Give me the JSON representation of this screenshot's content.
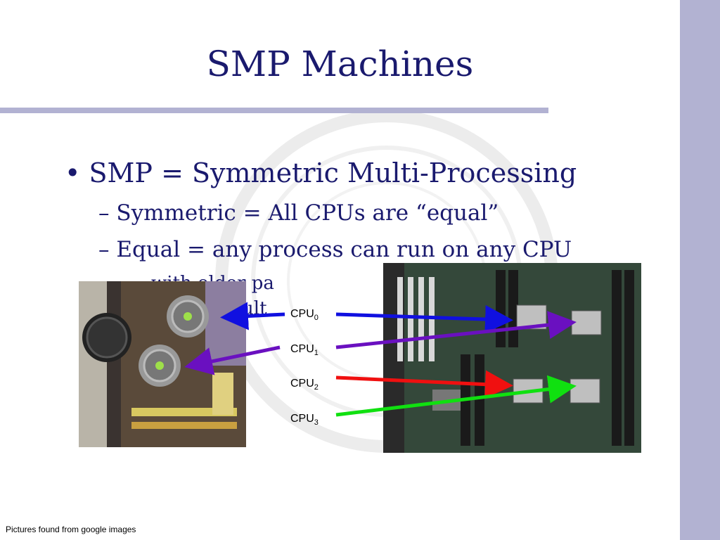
{
  "slide": {
    "title": "SMP Machines",
    "bullet_1": "• SMP = Symmetric Multi-Processing",
    "sub_1": "– Symmetric = All CPUs are “equal”",
    "sub_2": "– Equal = any process can run on any CPU",
    "sub_3_partial": "with older pa",
    "sub_4_partial": "PU and mult",
    "footer": "Pictures found from google images"
  },
  "cpu_labels": [
    {
      "base": "CPU",
      "index": "0",
      "arrow_color": "#1010e0"
    },
    {
      "base": "CPU",
      "index": "1",
      "arrow_color": "#6a10c0"
    },
    {
      "base": "CPU",
      "index": "2",
      "arrow_color": "#f01010"
    },
    {
      "base": "CPU",
      "index": "3",
      "arrow_color": "#10e010"
    }
  ],
  "colors": {
    "title": "#1a1a6e",
    "side_bar": "#b2b2d2",
    "rule": "#b2b2d2"
  }
}
